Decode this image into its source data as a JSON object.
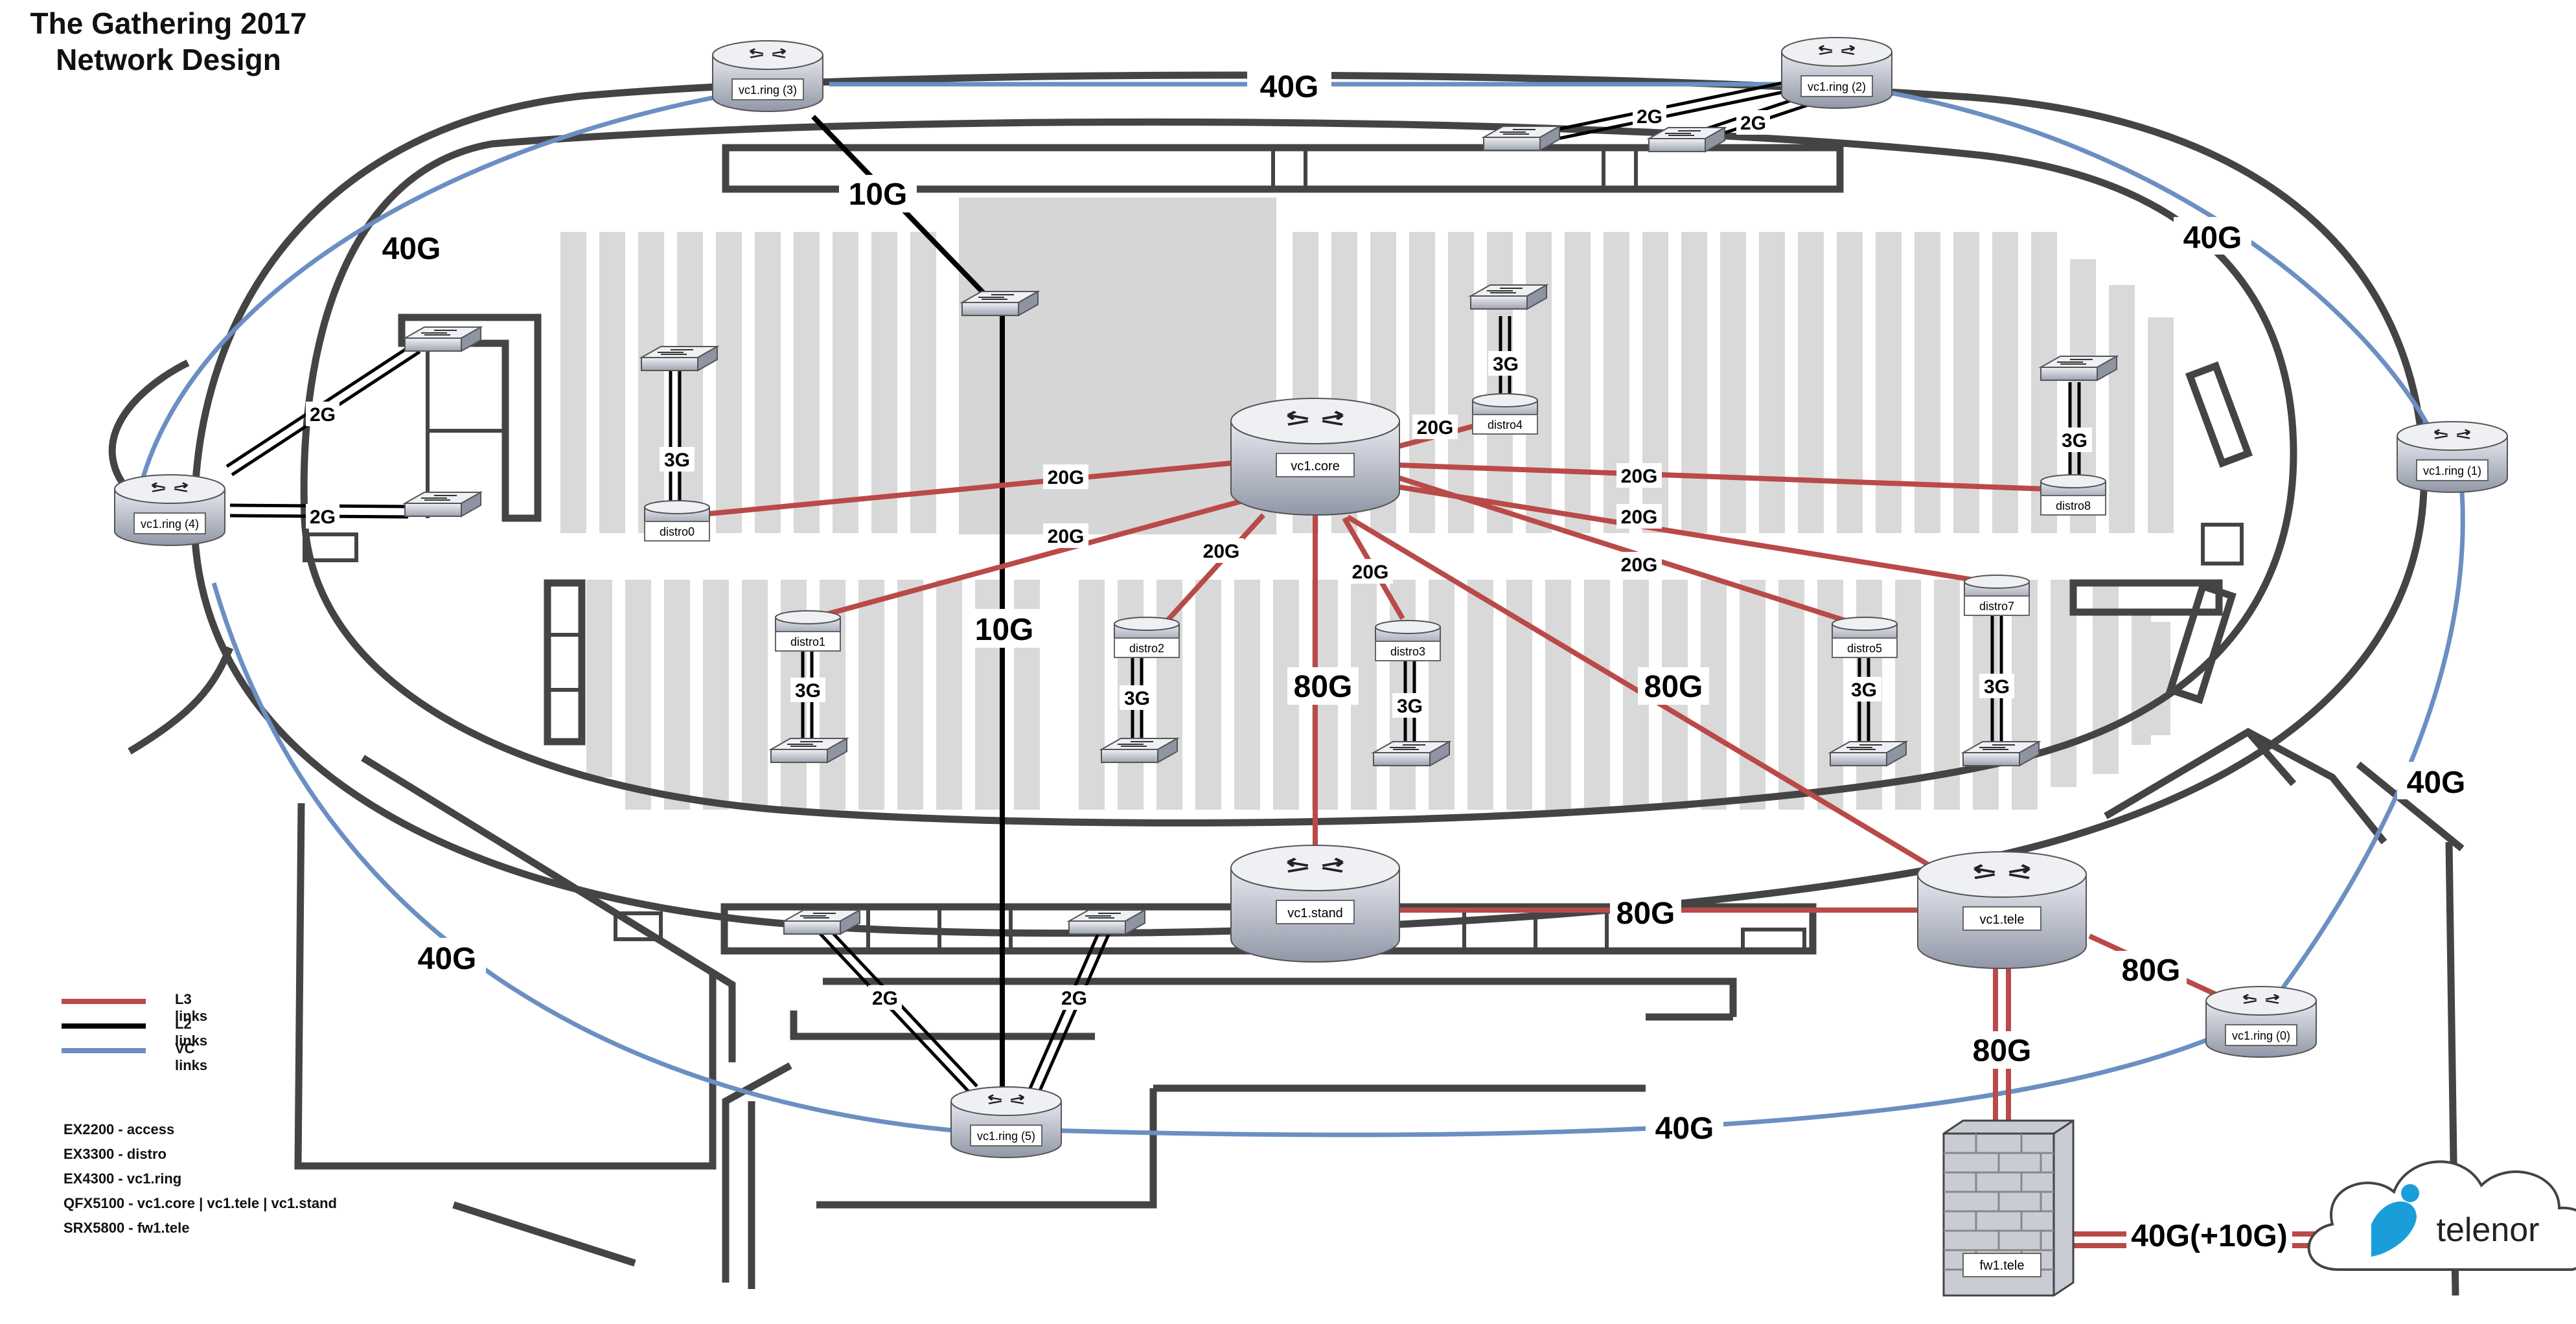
{
  "title": {
    "line1": "The Gathering 2017",
    "line2": "Network Design"
  },
  "legend": [
    {
      "label": "L3 links",
      "color": "#b94a48"
    },
    {
      "label": "L2 links",
      "color": "#000000"
    },
    {
      "label": "VC links",
      "color": "#6b8fc2"
    }
  ],
  "models": [
    "EX2200 - access",
    "EX3300 - distro",
    "EX4300 - vc1.ring",
    "QFX5100 - vc1.core | vc1.tele | vc1.stand",
    "SRX5800 - fw1.tele"
  ],
  "nodes": {
    "ring3": "vc1.ring (3)",
    "ring2": "vc1.ring (2)",
    "ring1": "vc1.ring (1)",
    "ring4": "vc1.ring (4)",
    "ring0": "vc1.ring (0)",
    "ring5": "vc1.ring (5)",
    "core": "vc1.core",
    "stand": "vc1.stand",
    "tele": "vc1.tele",
    "fw": "fw1.tele",
    "distro0": "distro0",
    "distro1": "distro1",
    "distro2": "distro2",
    "distro3": "distro3",
    "distro4": "distro4",
    "distro5": "distro5",
    "distro7": "distro7",
    "distro8": "distro8",
    "isp": "telenor"
  },
  "link_labels": {
    "vc_top": "40G",
    "vc_upper_left": "40G",
    "vc_upper_right": "40G",
    "vc_right": "40G",
    "vc_lower_left": "40G",
    "vc_bottom": "40G",
    "ring3_access": "10G",
    "ring5_access": "10G",
    "ring2_access_a": "2G",
    "ring2_access_b": "2G",
    "ring4_access_a": "2G",
    "ring4_access_b": "2G",
    "ring5_access_a": "2G",
    "ring5_access_b": "2G",
    "core_distro0": "20G",
    "core_distro1": "20G",
    "core_distro2": "20G",
    "core_distro3": "20G",
    "core_distro4": "20G",
    "core_distro8": "20G",
    "core_distro5": "20G",
    "core_distro7": "20G",
    "core_stand": "80G",
    "core_tele": "80G",
    "stand_tele": "80G",
    "tele_ring0": "80G",
    "tele_fw": "80G",
    "fw_isp": "40G(+10G)",
    "distro0_access": "3G",
    "distro1_access": "3G",
    "distro2_access": "3G",
    "distro3_access": "3G",
    "distro4_access": "3G",
    "distro5_access": "3G",
    "distro7_access": "3G",
    "distro8_access": "3G"
  }
}
